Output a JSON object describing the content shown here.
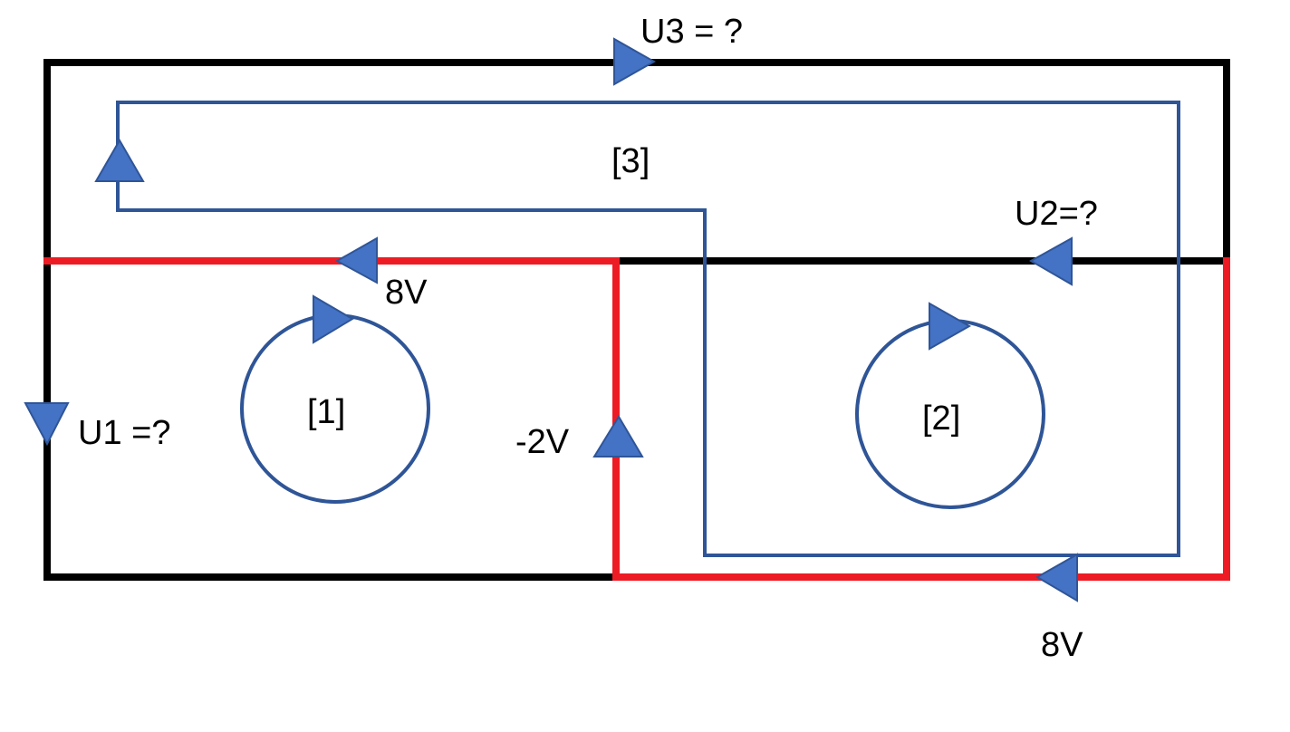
{
  "diagram": {
    "labels": {
      "u3": "U3 = ?",
      "u2": "U2=?",
      "u1": "U1 =?",
      "loop3": "[3]",
      "loop1": "[1]",
      "loop2": "[2]",
      "v_top_red": "8V",
      "v_middle": "-2V",
      "v_bottom_red": "8V"
    },
    "colors": {
      "wire": "#000000",
      "known_branch": "#ed1c24",
      "loop": "#2f5597",
      "arrow": "#4472c4"
    }
  }
}
